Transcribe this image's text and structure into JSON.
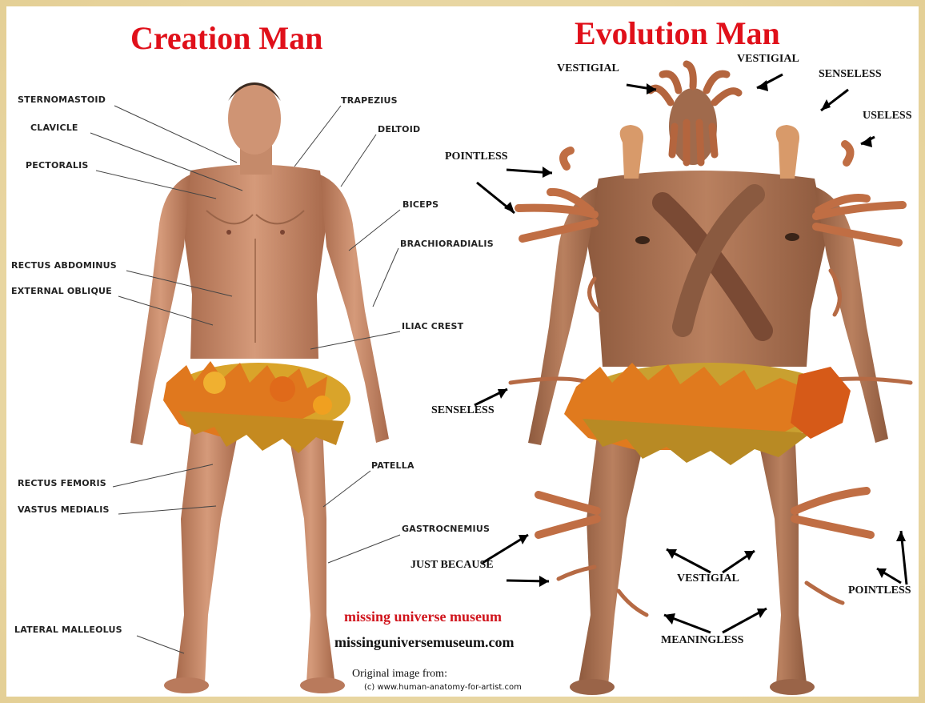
{
  "titles": {
    "creation": "Creation Man",
    "evolution": "Evolution Man"
  },
  "creation_labels": [
    "STERNOMASTOID",
    "CLAVICLE",
    "PECTORALIS",
    "TRAPEZIUS",
    "DELTOID",
    "BICEPS",
    "BRACHIORADIALIS",
    "RECTUS ABDOMINUS",
    "EXTERNAL OBLIQUE",
    "ILIAC CREST",
    "RECTUS FEMORIS",
    "VASTUS MEDIALIS",
    "PATELLA",
    "GASTROCNEMIUS",
    "LATERAL MALLEOLUS"
  ],
  "evolution_labels": [
    "VESTIGIAL",
    "VESTIGIAL",
    "SENSELESS",
    "USELESS",
    "POINTLESS",
    "SENSELESS",
    "JUST BECAUSE",
    "VESTIGIAL",
    "POINTLESS",
    "MEANINGLESS"
  ],
  "footer": {
    "museum_name": "missing universe museum",
    "museum_url": "missinguniversemuseum.com",
    "credit_line1": "Original image from:",
    "credit_line2": "(c) www.human-anatomy-for-artist.com"
  },
  "colors": {
    "title_red": "#e0101a",
    "frame": "#e9d9a6",
    "skin": "#c98a6a",
    "leaf_orange": "#e0781e",
    "leaf_yellow": "#d9a42a"
  }
}
